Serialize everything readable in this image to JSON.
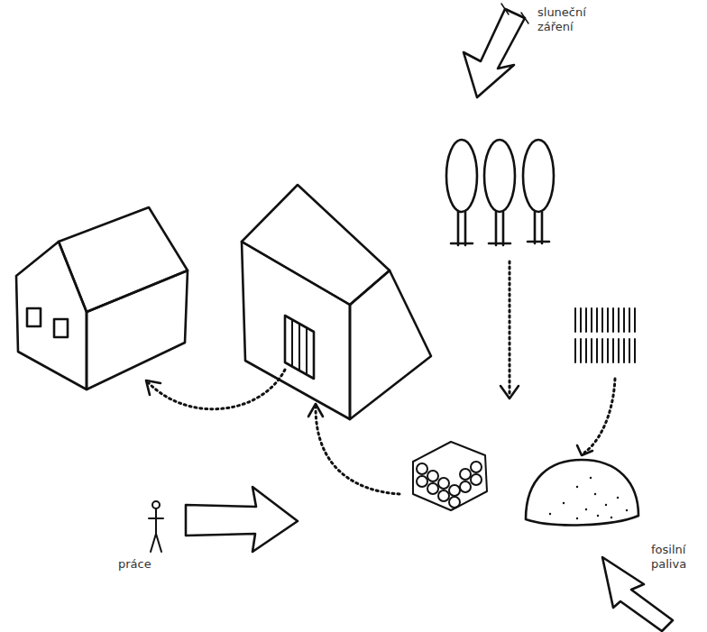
{
  "diagram": {
    "labels": [
      "sluneční záření",
      "práce",
      "fosilní paliva"
    ]
  }
}
